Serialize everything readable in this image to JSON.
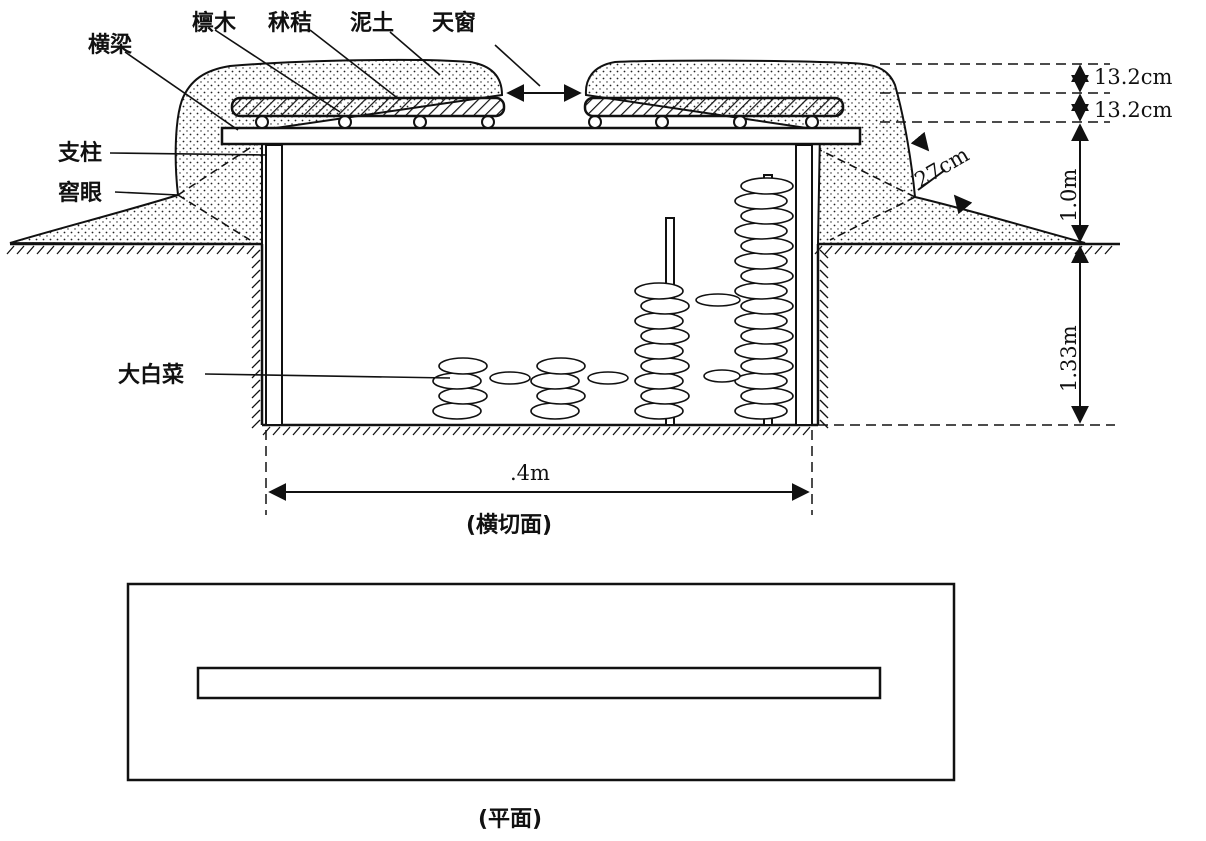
{
  "labels": {
    "lintel": "檩木",
    "straw": "秫秸",
    "mud": "泥土",
    "skylight": "天窗",
    "beam": "横梁",
    "pillar": "支柱",
    "vent": "窖眼",
    "cabbage": "大白菜"
  },
  "dimensions": {
    "roof_layer_1": "13.2cm",
    "roof_layer_2": "13.2cm",
    "wall_thickness": "27cm",
    "above_ground": "1.0m",
    "below_ground": "1.33m",
    "width": ".4m"
  },
  "captions": {
    "section": "(横切面)",
    "plan": "(平面)"
  }
}
